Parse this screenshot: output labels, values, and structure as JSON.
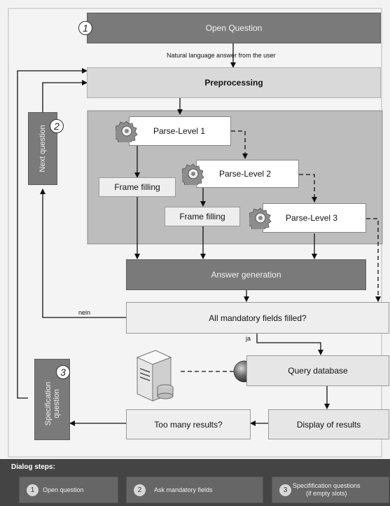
{
  "nodes": {
    "open_question": "Open Question",
    "preprocessing": "Preprocessing",
    "parse1": "Parse-Level 1",
    "parse2": "Parse-Level 2",
    "parse3": "Parse-Level 3",
    "frame_filling_1": "Frame filling",
    "frame_filling_2": "Frame filling",
    "answer_generation": "Answer generation",
    "mandatory_check": "All mandatory fields filled?",
    "query_db": "Query database",
    "too_many": "Too many results?",
    "display_results": "Display of results",
    "next_question": "Next question",
    "specification_question": "Specification question"
  },
  "badges": {
    "one": "1",
    "two": "2",
    "three": "3"
  },
  "edge_labels": {
    "natural_language": "Natural language answer from the user",
    "nein": "nein",
    "ja": "ja"
  },
  "footer": {
    "title": "Dialog steps:",
    "steps": [
      {
        "num": "1",
        "label": "Open question"
      },
      {
        "num": "2",
        "label": "Ask mandatory fields"
      },
      {
        "num": "3",
        "label_line1": "Specifification questions",
        "label_line2": "(if empty slots)"
      }
    ]
  }
}
